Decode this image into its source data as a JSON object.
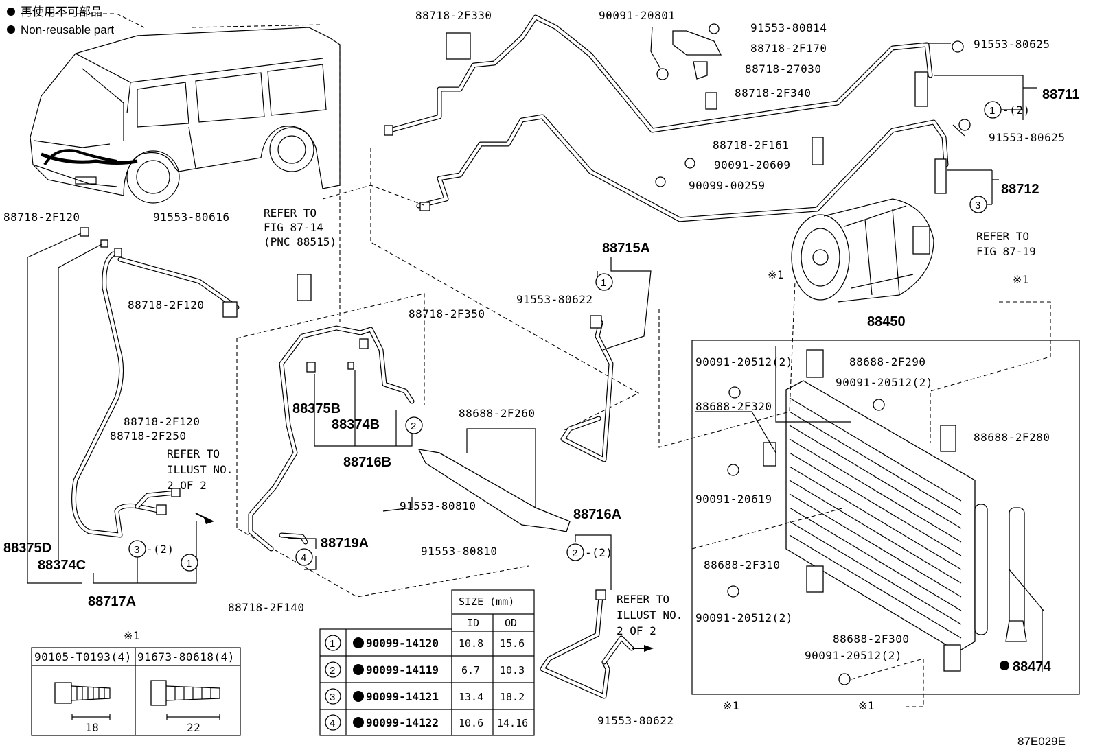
{
  "legend": {
    "jp_text": "再使用不可部品",
    "en_text": "Non-reusable part"
  },
  "figure_code": "87E029E",
  "callouts": {
    "c_88718_2F330": "88718-2F330",
    "c_90091_20801": "90091-20801",
    "c_91553_80814": "91553-80814",
    "c_88718_2F170": "88718-2F170",
    "c_88718_27030": "88718-27030",
    "c_88718_2F340": "88718-2F340",
    "c_91553_80625_a": "91553-80625",
    "c_91553_80625_b": "91553-80625",
    "c_88711": "88711",
    "c_88718_2F161": "88718-2F161",
    "c_90091_20609": "90091-20609",
    "c_90099_00259": "90099-00259",
    "c_88712": "88712",
    "c_88718_2F120_a": "88718-2F120",
    "c_91553_80616": "91553-80616",
    "c_88718_2F120_b": "88718-2F120",
    "c_88718_2F120_c": "88718-2F120",
    "c_88718_2F250": "88718-2F250",
    "c_88715A": "88715A",
    "c_91553_80622_a": "91553-80622",
    "c_88718_2F350": "88718-2F350",
    "c_88450": "88450",
    "c_90091_20512_a": "90091-20512(2)",
    "c_88688_2F290": "88688-2F290",
    "c_90091_20512_b": "90091-20512(2)",
    "c_88688_2F320": "88688-2F320",
    "c_88688_2F280": "88688-2F280",
    "c_90091_20619": "90091-20619",
    "c_88375B": "88375B",
    "c_88374B": "88374B",
    "c_88716B": "88716B",
    "c_88688_2F260": "88688-2F260",
    "c_91553_80810_a": "91553-80810",
    "c_91553_80810_b": "91553-80810",
    "c_88716A": "88716A",
    "c_88719A": "88719A",
    "c_88375D": "88375D",
    "c_88374C": "88374C",
    "c_88717A": "88717A",
    "c_88718_2F140": "88718-2F140",
    "c_88688_2F310": "88688-2F310",
    "c_90091_20512_c": "90091-20512(2)",
    "c_88688_2F300": "88688-2F300",
    "c_90091_20512_d": "90091-20512(2)",
    "c_88474": "88474",
    "c_91553_80622_b": "91553-80622",
    "c_q2_a": "-(2)",
    "c_q2_b": "-(2)",
    "c_q2_c": "-(2)",
    "c_mark1_a": "※1",
    "c_mark1_b": "※1",
    "c_mark1_c": "※1",
    "c_mark1_d": "※1",
    "c_mark1_e": "※1"
  },
  "refers": {
    "fig_87_14": [
      "REFER TO",
      "FIG 87-14",
      "(PNC 88515)"
    ],
    "fig_87_19": [
      "REFER TO",
      "FIG 87-19"
    ],
    "illust_left": [
      "REFER TO",
      "ILLUST NO.",
      "2 OF 2"
    ],
    "illust_right": [
      "REFER TO",
      "ILLUST NO.",
      "2 OF 2"
    ]
  },
  "circle_labels": [
    "1",
    "2",
    "3",
    "4"
  ],
  "oring_table": {
    "header_size": "SIZE (mm)",
    "col_id": "ID",
    "col_od": "OD",
    "rows": [
      {
        "no": "1",
        "part": "90099-14120",
        "id": "10.8",
        "od": "15.6"
      },
      {
        "no": "2",
        "part": "90099-14119",
        "id": "6.7",
        "od": "10.3"
      },
      {
        "no": "3",
        "part": "90099-14121",
        "id": "13.4",
        "od": "18.2"
      },
      {
        "no": "4",
        "part": "90099-14122",
        "id": "10.6",
        "od": "14.16"
      }
    ]
  },
  "bolt_table": {
    "mark": "※1",
    "col1": "90105-T0193(4)",
    "col2": "91673-80618(4)",
    "dim1": "18",
    "dim2": "22"
  }
}
